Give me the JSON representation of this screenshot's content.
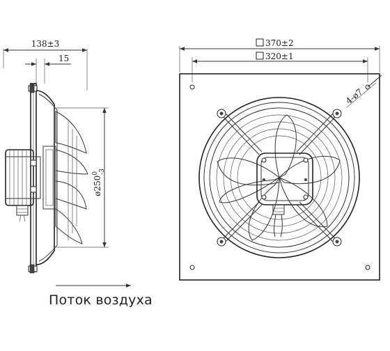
{
  "dimensions": {
    "depth": "138±3",
    "flange_offset": "15",
    "diameter_prefix": "ø250",
    "diameter_sup": "0",
    "diameter_sub": "-3",
    "outer_square": "370±2",
    "hole_spacing": "320±1",
    "holes": "4-ø7"
  },
  "caption": "Поток воздуха"
}
